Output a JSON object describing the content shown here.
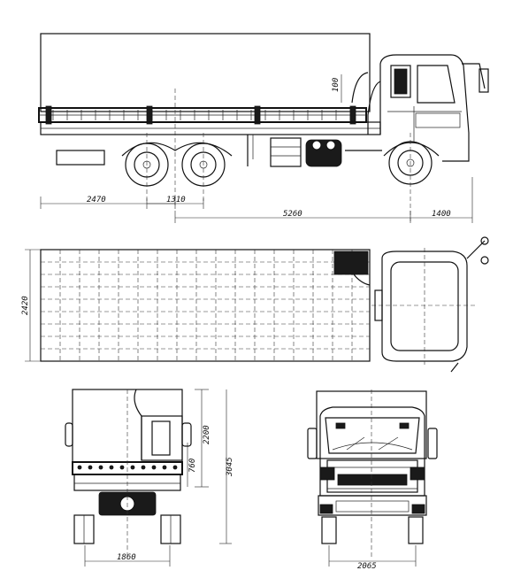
{
  "dimensions": {
    "side_rear_overhang": "2470",
    "side_tandem_spacing": "1310",
    "side_wheelbase": "5260",
    "side_front_overhang": "1400",
    "side_cab_mark": "100",
    "top_width": "2420",
    "rear_body_height": "2200",
    "rear_floor_height": "760",
    "rear_overall_height": "3045",
    "rear_track": "1860",
    "front_track": "2065"
  }
}
